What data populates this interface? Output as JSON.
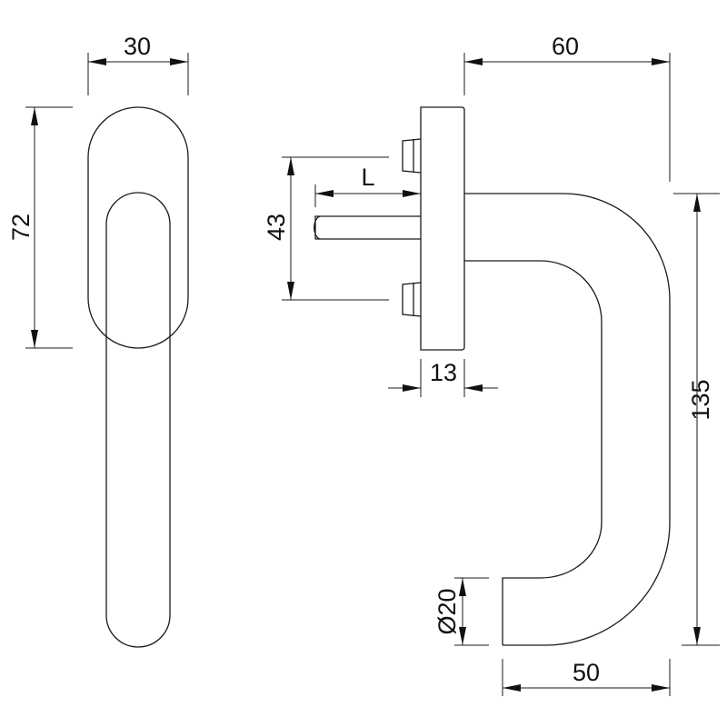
{
  "title": "Window handle technical drawing",
  "dimensions": {
    "front_width": "30",
    "front_height": "72",
    "projection": "60",
    "spindle_length": "L",
    "screw_spacing": "43",
    "rose_thickness": "13",
    "handle_height": "135",
    "grip_diameter": "Ø20",
    "grip_reach": "50"
  },
  "colors": {
    "line": "#1a1a1a",
    "background": "#ffffff"
  }
}
